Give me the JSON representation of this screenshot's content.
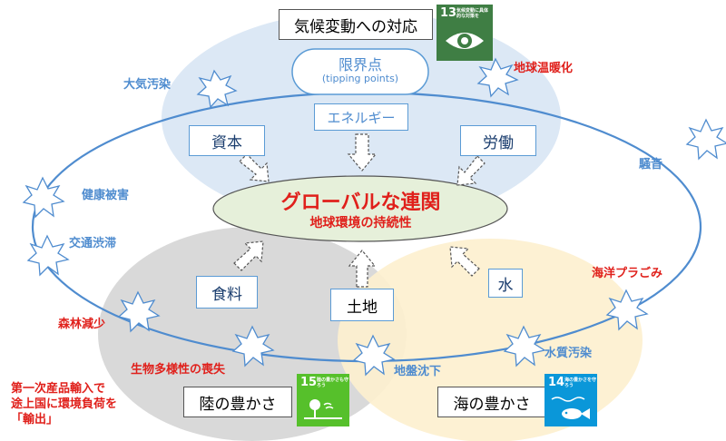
{
  "title_box": "気候変動への対応",
  "tipping": {
    "title": "限界点",
    "subtitle": "(tipping points)"
  },
  "energy": "エネルギー",
  "capital": "資本",
  "labor": "労働",
  "food": "食料",
  "land": "土地",
  "water": "水",
  "center": {
    "title": "グローバルな連関",
    "subtitle": "地球環境の持続性"
  },
  "land_life": "陸の豊かさ",
  "sea_life": "海の豊かさ",
  "blue_labels": {
    "air_pollution": "大気汚染",
    "health": "健康被害",
    "traffic": "交通渋滞",
    "noise": "騒音",
    "water_pollution": "水質汚染",
    "subsidence": "地盤沈下"
  },
  "red_labels": {
    "warming": "地球温暖化",
    "plastic": "海洋プラごみ",
    "forest": "森林減少",
    "biodiversity": "生物多様性の喪失",
    "export": [
      "第一次産品輸入で",
      "途上国に環境負荷を",
      "「輸出」"
    ]
  },
  "sdg": [
    {
      "num": "13",
      "text": "気候変動に具体的な対策を",
      "color": "#3f7e44"
    },
    {
      "num": "15",
      "text": "陸の豊かさも守ろう",
      "color": "#56c02b"
    },
    {
      "num": "14",
      "text": "海の豊かさを守ろう",
      "color": "#0a97d9"
    }
  ],
  "colors": {
    "blue_circle": "#dce8f5",
    "gray_circle": "#d9d9d9",
    "yellow_circle": "#fdf0cf",
    "center_fill": "#e6f0da",
    "ring": "#4f8ccf",
    "red": "#e0201b"
  }
}
